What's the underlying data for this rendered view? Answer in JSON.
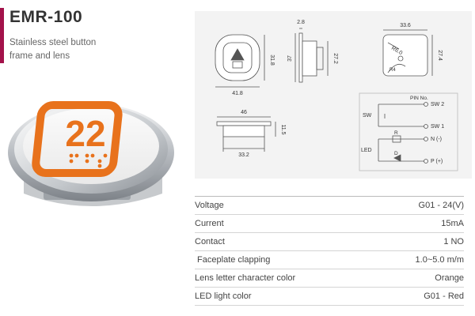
{
  "header": {
    "model": "EMR-100",
    "description_line1": "Stainless steel button",
    "description_line2": "frame and lens"
  },
  "product_image": {
    "floor_number": "22",
    "lens_color": "#e8721c"
  },
  "drawings": {
    "front_width": "41.8",
    "front_height": "31.8",
    "side_top": "2.8",
    "side_height_outer": "37",
    "side_height_inner": "27.2",
    "rear_width": "33.6",
    "rear_height": "27.4",
    "rear_radius": "R6.0",
    "rear_radius_small": "R4",
    "bottom_width": "46",
    "bottom_height": "11.5",
    "bottom_inner_width": "33.2",
    "pin_title": "PIN No.",
    "sw_label": "SW",
    "led_label": "LED",
    "resistor_label": "R",
    "diode_label": "D",
    "pin_sw2": "SW 2",
    "pin_sw1": "SW 1",
    "pin_n": "N (-)",
    "pin_p": "P (+)"
  },
  "specs": [
    {
      "label": "Voltage",
      "value": "G01 - 24(V)"
    },
    {
      "label": "Current",
      "value": "15mA"
    },
    {
      "label": "Contact",
      "value": "1 NO"
    },
    {
      "label": " Faceplate clapping",
      "value": "1.0~5.0 m/m"
    },
    {
      "label": "Lens letter character color",
      "value": "Orange"
    },
    {
      "label": "LED light color",
      "value": "G01 - Red"
    }
  ],
  "colors": {
    "accent": "#a3124a",
    "orange": "#e8721c",
    "steel": "#c9ccd0"
  }
}
